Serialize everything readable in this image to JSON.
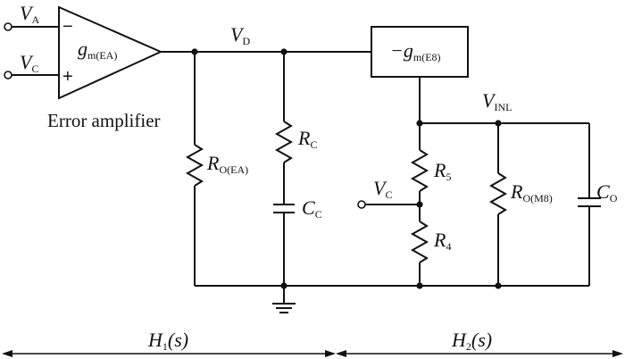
{
  "labels": {
    "va": {
      "main": "V",
      "sub": "A"
    },
    "vc_in": {
      "main": "V",
      "sub": "C"
    },
    "minus": "−",
    "plus": "+",
    "gm_ea": {
      "main": "g",
      "sub": "m(EA)"
    },
    "error_amplifier": "Error amplifier",
    "vd": {
      "main": "V",
      "sub": "D"
    },
    "ro_ea": {
      "main": "R",
      "sub": "O(EA)"
    },
    "rc": {
      "main": "R",
      "sub": "C"
    },
    "cc": {
      "main": "C",
      "sub": "C"
    },
    "gm_e8": {
      "pre": "−",
      "main": "g",
      "sub": "m(E8)"
    },
    "vinl": {
      "main": "V",
      "sub": "INL"
    },
    "r5": {
      "main": "R",
      "sub": "5"
    },
    "vc_mid": {
      "main": "V",
      "sub": "C"
    },
    "r4": {
      "main": "R",
      "sub": "4"
    },
    "ro_m8": {
      "main": "R",
      "sub": "O(M8)"
    },
    "co": {
      "main": "C",
      "sub": "O"
    },
    "h1": {
      "main": "H",
      "sub": "1",
      "arg": "(s)"
    },
    "h2": {
      "main": "H",
      "sub": "2",
      "arg": "(s)"
    }
  }
}
